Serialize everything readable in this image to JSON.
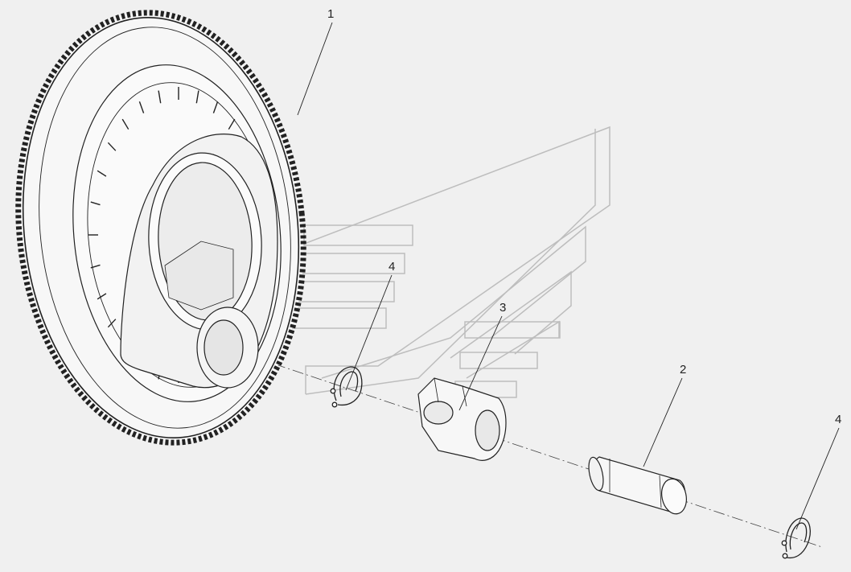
{
  "diagram": {
    "callouts": [
      {
        "id": "c1",
        "label": "1"
      },
      {
        "id": "c2",
        "label": "2"
      },
      {
        "id": "c3",
        "label": "3"
      },
      {
        "id": "c4a",
        "label": "4"
      },
      {
        "id": "c4b",
        "label": "4"
      }
    ],
    "colors": {
      "background": "#f0f0f0",
      "line": "#222222",
      "part_fill": "#f7f7f7",
      "watermark": "#bdbdbd"
    }
  }
}
